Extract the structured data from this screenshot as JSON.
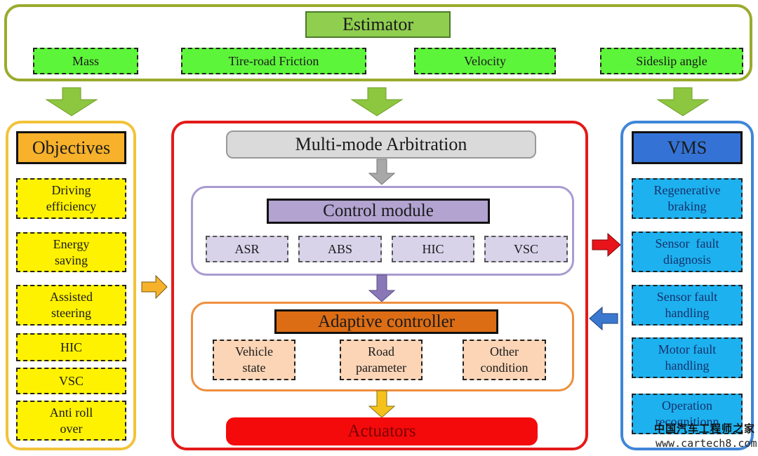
{
  "estimator": {
    "title": "Estimator",
    "items": [
      "Mass",
      "Tire-road Friction",
      "Velocity",
      "Sideslip angle"
    ]
  },
  "objectives": {
    "title": "Objectives",
    "items": [
      [
        "Driving",
        "efficiency"
      ],
      [
        "Energy",
        "saving"
      ],
      [
        "Assisted",
        "steering"
      ],
      [
        "HIC"
      ],
      [
        "VSC"
      ],
      [
        "Anti roll",
        "over"
      ]
    ]
  },
  "core": {
    "arbitration": "Multi-mode Arbitration",
    "control_module": {
      "title": "Control module",
      "items": [
        "ASR",
        "ABS",
        "HIC",
        "VSC"
      ]
    },
    "adaptive_controller": {
      "title": "Adaptive controller",
      "items": [
        [
          "Vehicle",
          "state"
        ],
        [
          "Road",
          "parameter"
        ],
        [
          "Other",
          "condition"
        ]
      ]
    },
    "actuators": "Actuators"
  },
  "vms": {
    "title": "VMS",
    "items": [
      [
        "Regenerative",
        "braking"
      ],
      [
        "Sensor  fault",
        "diagnosis"
      ],
      [
        "Sensor fault",
        "handling"
      ],
      [
        "Motor fault",
        "handling"
      ],
      [
        "Operation",
        "recognitionn"
      ]
    ]
  },
  "colors": {
    "estimator_frame": "#9aab2c",
    "estimator_item": "#5df53a",
    "objectives_frame": "#f2c33a",
    "objectives_item": "#fff200",
    "core_frame": "#e31a1a",
    "control_module": "#b2a3d1",
    "adaptive_controller": "#dd6d14",
    "actuators": "#f40a0a",
    "vms_frame": "#3f86d8",
    "vms_item": "#1db1ef"
  },
  "watermark": {
    "cn": "中国汽车工程师之家",
    "url": "www.cartech8.com"
  }
}
